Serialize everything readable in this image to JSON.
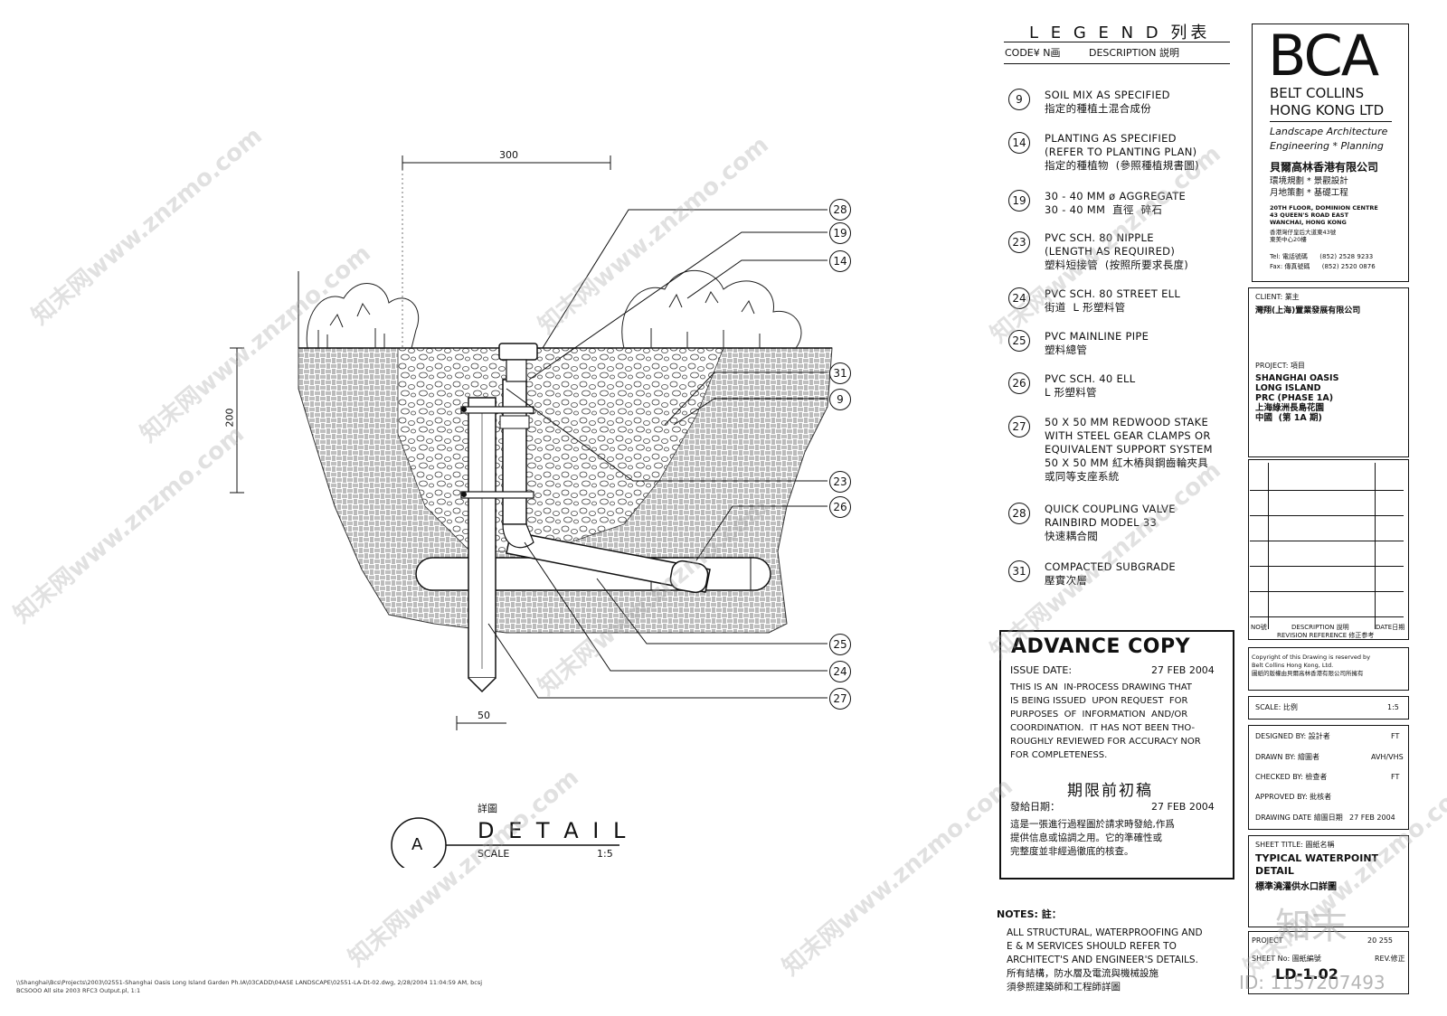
{
  "legend": {
    "title": "L E G E N D  列表",
    "col_code": "CODE¥ N画",
    "col_desc": "DESCRIPTION  説明",
    "items": [
      {
        "code": "9",
        "text": "SOIL MIX AS SPECIFIED\n指定的種植土混合成份"
      },
      {
        "code": "14",
        "text": "PLANTING AS SPECIFIED\n(REFER TO PLANTING PLAN)\n指定的種植物  (參照種植規書圖)"
      },
      {
        "code": "19",
        "text": "30 - 40 MM ø AGGREGATE\n30 - 40 MM  直徑  碎石"
      },
      {
        "code": "23",
        "text": "PVC SCH. 80 NIPPLE\n(LENGTH AS REQUIRED)\n塑料短接管  (按照所要求長度)"
      },
      {
        "code": "24",
        "text": "PVC SCH. 80 STREET ELL\n街道  L 形塑料管"
      },
      {
        "code": "25",
        "text": "PVC MAINLINE PIPE\n塑料總管"
      },
      {
        "code": "26",
        "text": "PVC SCH. 40 ELL\nL 形塑料管"
      },
      {
        "code": "27",
        "text": "50 X 50 MM REDWOOD STAKE\nWITH STEEL GEAR CLAMPS OR\nEQUIVALENT SUPPORT SYSTEM\n50 X 50 MM 紅木樁與鋼齒輪夾具\n或同等支座系統"
      },
      {
        "code": "28",
        "text": "QUICK COUPLING VALVE\nRAINBIRD MODEL 33\n快速耦合閥"
      },
      {
        "code": "31",
        "text": "COMPACTED SUBGRADE\n壓實次層"
      }
    ]
  },
  "company": {
    "logo": "BCA",
    "name_line1": "BELT COLLINS",
    "name_line2": "HONG KONG LTD",
    "disc1": "Landscape Architecture",
    "disc2": "Engineering * Planning",
    "name_cn": "貝爾高林香港有限公司",
    "disc_cn1": "環境規劃  *  景觀設計",
    "disc_cn2": "月地策劃  *  基礎工程",
    "address": "20TH FLOOR, DOMINION CENTRE\n43 QUEEN'S ROAD EAST\nWANCHAI, HONG KONG",
    "address_cn": "香港灣仔皇后大道東43號\n東美中心20樓",
    "tel": "Tel: 電話號碼      (852) 2528 9233",
    "fax": "Fax: 傳真號碼      (852) 2520 0876"
  },
  "client": {
    "label": "CLIENT: 業主",
    "name": "灣翔(上海)置業發展有限公司"
  },
  "project": {
    "label": "PROJECT: 項目",
    "lines": "SHANGHAI OASIS\nLONG ISLAND\nPRC (PHASE 1A)\n上海綠洲長島花園\n中國  (第 1A 期)"
  },
  "revision": {
    "no": "NO號",
    "desc": "DESCRIPTION 說明",
    "date": "DATE日期",
    "ref": "REVISION REFERENCE 修正参考"
  },
  "copyright": "Copyright of this Drawing is reserved by\nBelt Collins Hong Kong, Ltd.\n圖紙的版權由貝爾高林香港有限公司所擁有",
  "scale_row": {
    "label": "SCALE: 比例",
    "value": "1:5"
  },
  "designed": {
    "label": "DESIGNED BY: 設計者",
    "value": "FT"
  },
  "drawn": {
    "label": "DRAWN BY: 繪圖者",
    "value": "AVH/VHS"
  },
  "checked": {
    "label": "CHECKED BY: 檢查者",
    "value": "FT"
  },
  "approved": {
    "label": "APPROVED BY: 批核者",
    "value": ""
  },
  "drawing_date": {
    "label": "DRAWING DATE 繪圖日期",
    "value": "27 FEB 2004"
  },
  "sheet_title": {
    "label": "SHEET TITLE: 圖紙名稱",
    "line1": "TYPICAL WATERPOINT",
    "line2": "DETAIL",
    "cn": "標準澆灌供水口詳圖"
  },
  "project_no": {
    "label": "PROJECT",
    "value": "20 255"
  },
  "sheet_no": {
    "label": "SHEET No: 圖紙編號",
    "value": "LD-1.02",
    "rev": "REV.修正"
  },
  "advance": {
    "title": "ADVANCE COPY",
    "issue_label": "ISSUE DATE:",
    "issue_date": "27 FEB 2004",
    "body": "THIS IS AN  IN-PROCESS DRAWING THAT\nIS BEING ISSUED  UPON REQUEST  FOR\nPURPOSES  OF  INFORMATION  AND/OR\nCOORDINATION.  IT HAS NOT BEEN THO-\nROUGHLY REVIEWED FOR ACCURACY NOR\nFOR COMPLETENESS.",
    "title_cn": "期限前初稿",
    "issue_label_cn": "發給日期：",
    "issue_date_cn": "27 FEB 2004",
    "body_cn": "這是一張進行過程圖於請求時發給,作爲\n提供信息或協調之用。它的準確性或\n完整度並非經過徹底的核查。"
  },
  "notes": {
    "label": "NOTES: 註：",
    "body": "ALL STRUCTURAL, WATERPROOFING AND\nE & M SERVICES SHOULD REFER TO\nARCHITECT'S AND ENGINEER'S DETAILS.\n所有結構，防水層及電流與機械設施\n須參照建築師和工程師詳圖"
  },
  "detail": {
    "letter": "A",
    "cn": "詳圖",
    "title": "D E T A I L",
    "scale_label": "SCALE",
    "scale_value": "1:5",
    "dim_top": "300",
    "dim_left": "200",
    "dim_bottom": "50",
    "callouts": [
      "28",
      "19",
      "14",
      "31",
      "9",
      "23",
      "26",
      "25",
      "24",
      "27"
    ]
  },
  "filepath": "\\\\Shanghai\\Bcs\\Projects\\2003\\02551-Shanghai Oasis Long Island Garden Ph.IA\\03CADD\\04ASE LANDSCAPE\\02551-LA-Dt-02.dwg, 2/28/2004 11:04:59 AM, bcsj\nBCSOOO All site 2003 RFC3 Output.pl, 1:1",
  "id_stamp": "ID: 1157207493",
  "watermark_text": "知末网www.znzmo.com",
  "watermark_logo": "知末"
}
